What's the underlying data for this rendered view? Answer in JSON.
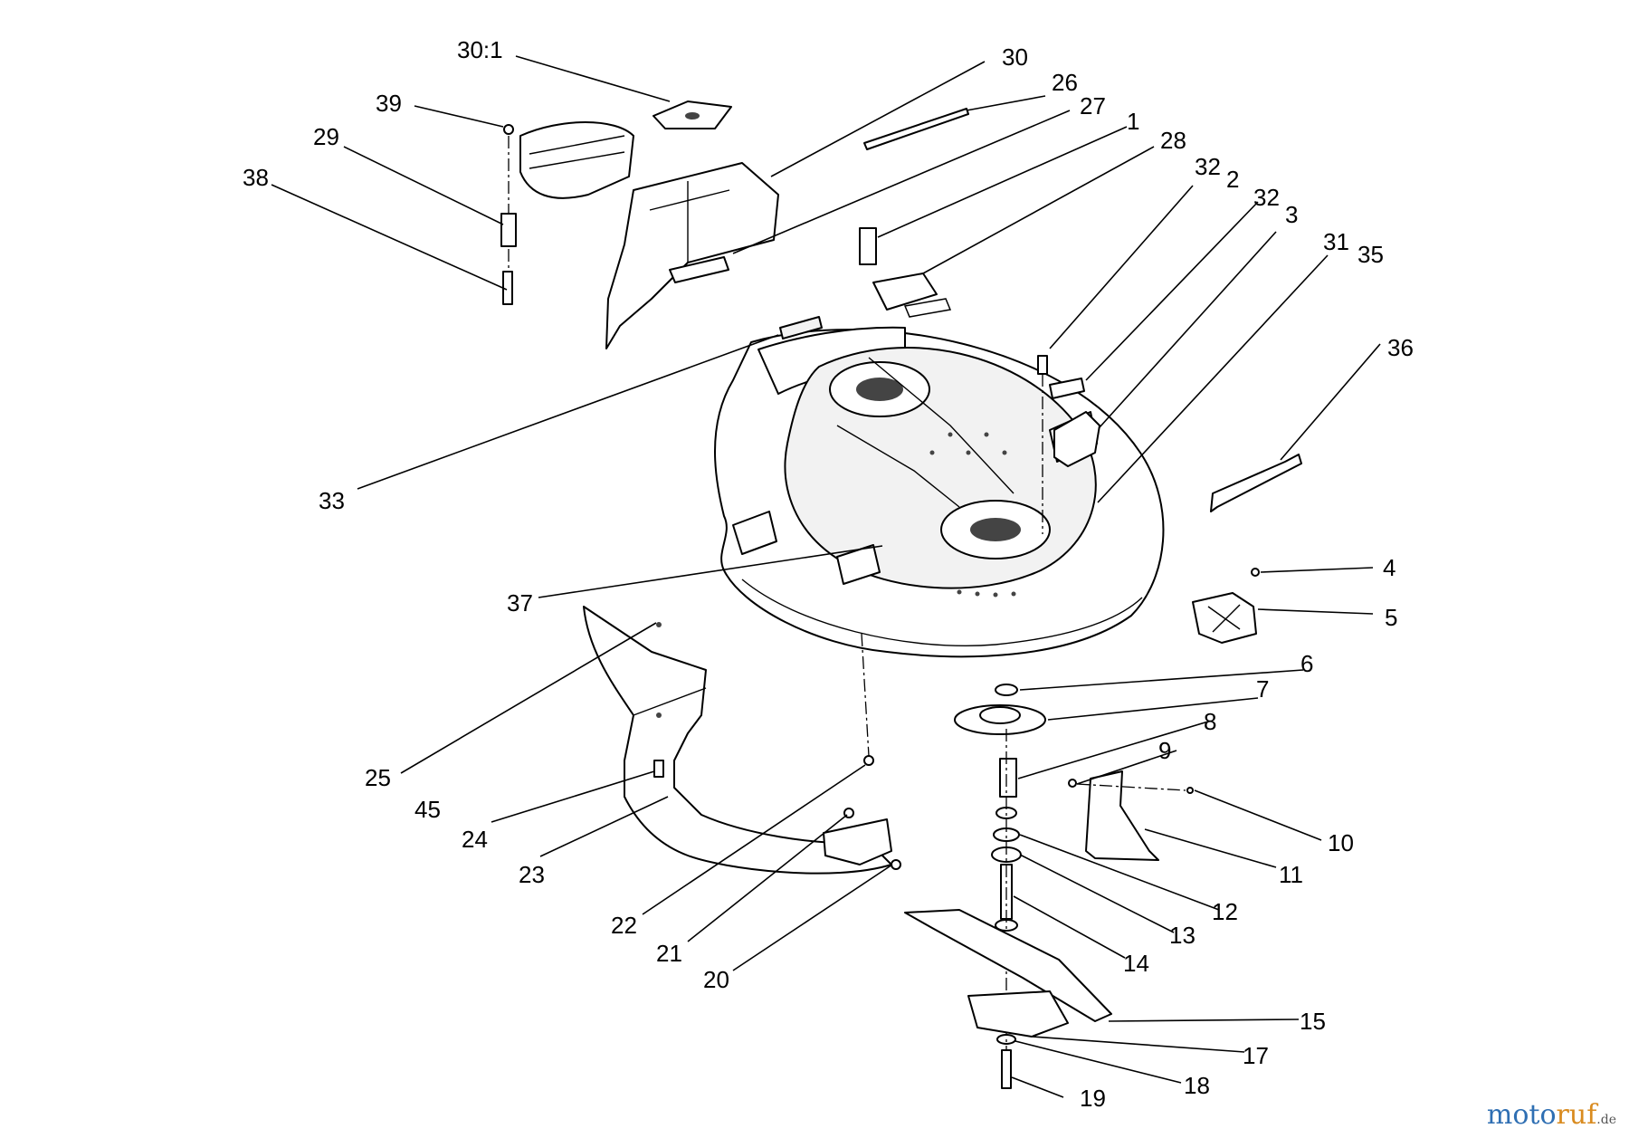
{
  "callouts": [
    "30:1",
    "30",
    "26",
    "27",
    "1",
    "28",
    "39",
    "29",
    "38",
    "32",
    "2",
    "32",
    "3",
    "31",
    "35",
    "36",
    "33",
    "37",
    "4",
    "5",
    "6",
    "7",
    "8",
    "9",
    "10",
    "11",
    "12",
    "13",
    "14",
    "15",
    "17",
    "18",
    "19",
    "25",
    "45",
    "24",
    "23",
    "22",
    "21",
    "20"
  ],
  "watermark": {
    "part1": "moto",
    "part2": "ruf",
    "part3": ".de"
  }
}
